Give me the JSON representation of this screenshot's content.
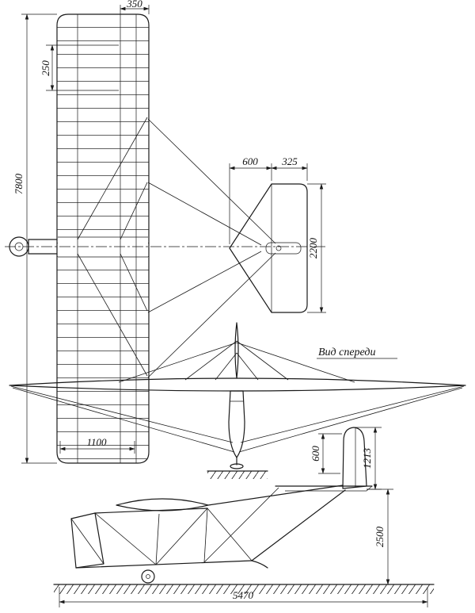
{
  "views": {
    "front_view_label": "Вид спереди"
  },
  "dimensions": {
    "plan_tip_chord": "350",
    "plan_rib_bay": "250",
    "wing_span": "7800",
    "wing_chord": "1100",
    "tail_chord": "600",
    "tail_elevator_chord": "325",
    "tail_span": "2200",
    "rudder_chord": "600",
    "fin_height": "1213",
    "tail_height": "2500",
    "fuselage_length": "5470"
  }
}
